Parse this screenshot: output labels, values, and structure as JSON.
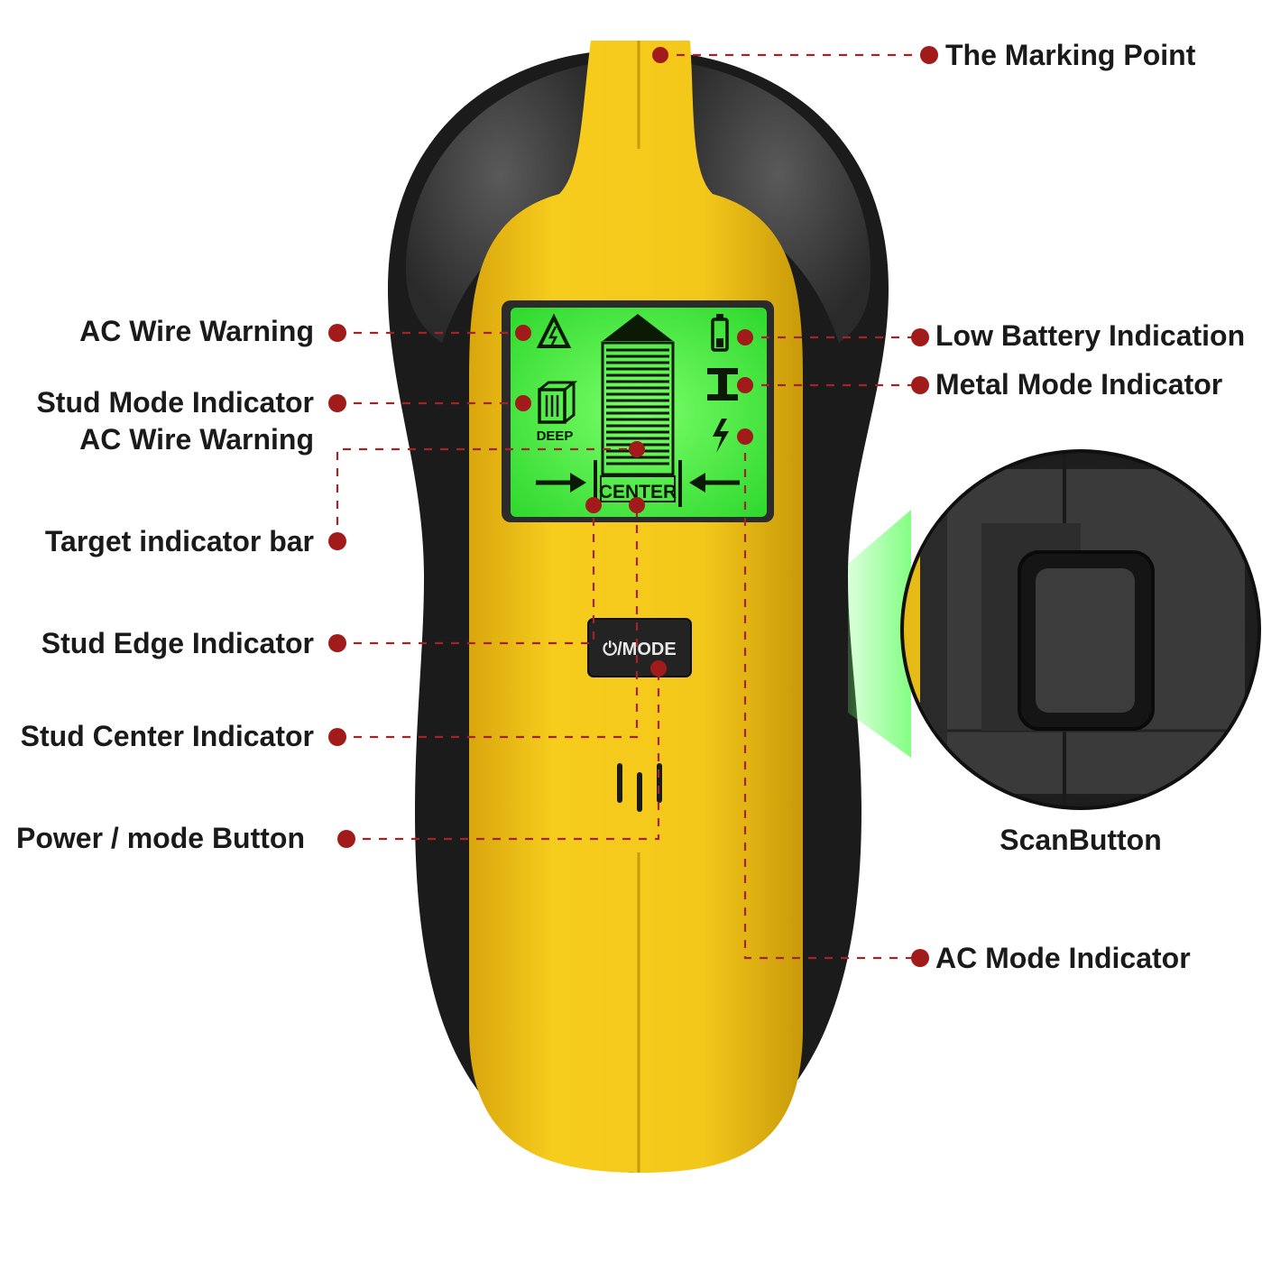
{
  "labels": {
    "marking_point": "The Marking Point",
    "ac_wire_warning_1": "AC Wire Warning",
    "stud_mode": "Stud Mode Indicator",
    "ac_wire_warning_2": "AC Wire Warning",
    "target_bar": "Target indicator bar",
    "stud_edge": "Stud Edge Indicator",
    "stud_center": "Stud Center Indicator",
    "power_mode": "Power / mode Button",
    "low_battery": "Low Battery Indication",
    "metal_mode": "Metal Mode Indicator",
    "ac_mode": "AC Mode Indicator",
    "scan_button": "ScanButton"
  },
  "device": {
    "lcd_deep": "DEEP",
    "lcd_center": "CENTER",
    "button_label": "⏻/MODE"
  },
  "icons": {
    "warning": "ac-warning-icon",
    "battery": "battery-icon",
    "metal": "metal-beam-icon",
    "lightning": "lightning-icon",
    "stud": "stud-block-icon"
  },
  "colors": {
    "body_yellow": "#f2c417",
    "shell_black": "#1c1c1c",
    "lcd_green": "#3df043",
    "callout_red": "#a11b1b"
  }
}
